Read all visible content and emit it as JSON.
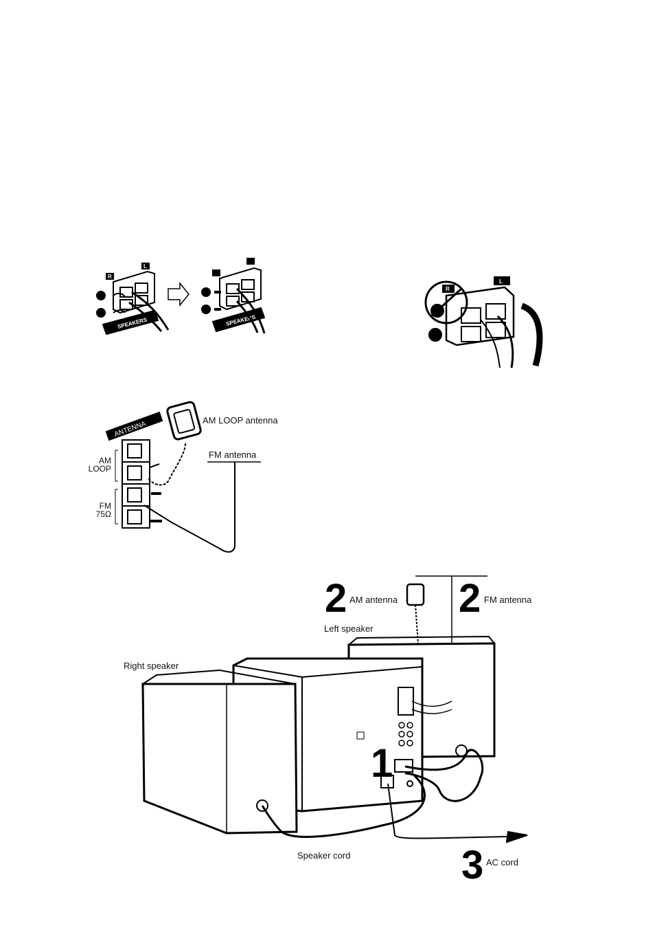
{
  "terminal_marks": {
    "right": "R",
    "left": "L",
    "plus": "+",
    "minus": "−",
    "speakers": "SPEAKERS"
  },
  "antenna_detail": {
    "panel_title": "ANTENNA",
    "am_loop_lines": [
      "AM",
      "LOOP"
    ],
    "fm_lines": [
      "FM",
      "75Ω"
    ],
    "am_label": "AM LOOP antenna",
    "fm_label": "FM antenna"
  },
  "overview": {
    "step2": "2",
    "am_antenna": "AM antenna",
    "step2b": "2",
    "fm_antenna": "FM antenna",
    "left_speaker": "Left speaker",
    "right_speaker": "Right speaker",
    "step1": "1",
    "speaker_cord": "Speaker cord",
    "step3": "3",
    "ac_cord": "AC cord"
  }
}
